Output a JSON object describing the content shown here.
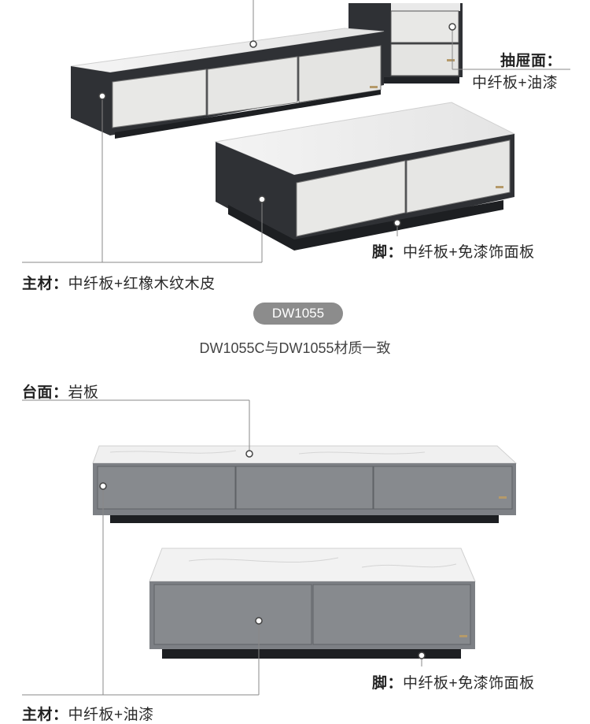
{
  "top": {
    "drawer_label": "抽屉面：",
    "drawer_material": "中纤板+油漆",
    "legs_label": "脚：",
    "legs_material": "中纤板+免漆饰面板",
    "main_label": "主材：",
    "main_material": "中纤板+红橡木纹木皮"
  },
  "model_badge": "DW1055",
  "model_note": "DW1055C与DW1055材质一致",
  "bottom": {
    "top_label": "台面：",
    "top_material": "岩板",
    "legs_label": "脚：",
    "legs_material": "中纤板+免漆饰面板",
    "main_label": "主材：",
    "main_material": "中纤板+油漆"
  },
  "colors": {
    "frame_dark": "#2f3135",
    "panel_white": "#e8e8e6",
    "panel_grey": "#808387",
    "stone_top": "#eeeeee",
    "badge_bg": "#8c8c8c"
  }
}
